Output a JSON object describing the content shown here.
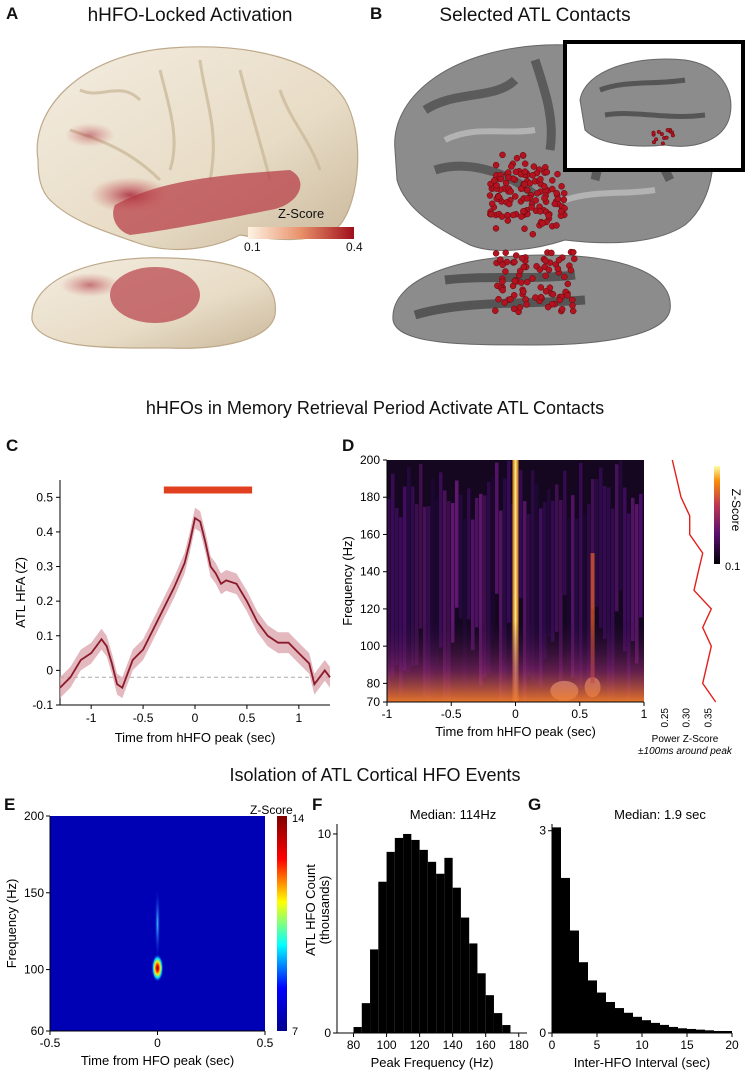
{
  "panels": {
    "A": {
      "letter": "A",
      "title": "hHFO-Locked Activation",
      "colorbar_title": "Z-Score",
      "colorbar_min": "0.1",
      "colorbar_max": "0.4"
    },
    "B": {
      "letter": "B",
      "title": "Selected ATL Contacts"
    },
    "C": {
      "letter": "C",
      "ylabel": "ATL HFA (Z)",
      "xlabel": "Time from hHFO peak (sec)"
    },
    "D": {
      "letter": "D",
      "ylabel": "Frequency (Hz)",
      "xlabel": "Time from hHFO peak (sec)",
      "colorbar_title": "Z-Score",
      "colorbar_min": "0.1",
      "side_xlabel": "Power Z-Score",
      "side_xlabel2": "±100ms around peak"
    },
    "E": {
      "letter": "E",
      "ylabel": "Frequency (Hz)",
      "xlabel": "Time from HFO peak (sec)",
      "colorbar_title": "Z-Score",
      "colorbar_max": "14",
      "colorbar_min": "7"
    },
    "F": {
      "letter": "F",
      "annotation": "Median: 114Hz",
      "ylabel": "ATL HFO Count",
      "ylabel2": "(thousands)",
      "xlabel": "Peak Frequency (Hz)"
    },
    "G": {
      "letter": "G",
      "annotation": "Median: 1.9 sec",
      "xlabel": "Inter-HFO Interval (sec)"
    }
  },
  "sections": {
    "s1": "hHFOs in Memory Retrieval Period Activate ATL Contacts",
    "s2": "Isolation of ATL Cortical HFO Events"
  },
  "colors": {
    "line": "#8b1a2b",
    "band": "#d9a0aa",
    "sig_bar": "#e0401f",
    "contact": "#b3121f",
    "bars": "#000000"
  },
  "chart_data": [
    {
      "panel": "C",
      "type": "line",
      "xlabel": "Time from hHFO peak (sec)",
      "ylabel": "ATL HFA (Z)",
      "xlim": [
        -1.3,
        1.3
      ],
      "ylim": [
        -0.1,
        0.55
      ],
      "xticks": [
        "-1",
        "-0.5",
        "0",
        "0.5",
        "1"
      ],
      "yticks": [
        "-0.1",
        "0",
        "0.1",
        "0.2",
        "0.3",
        "0.4",
        "0.5"
      ],
      "significance_bar": [
        -0.3,
        0.55
      ],
      "baseline": -0.02,
      "x": [
        -1.3,
        -1.2,
        -1.1,
        -1.0,
        -0.9,
        -0.85,
        -0.8,
        -0.75,
        -0.7,
        -0.65,
        -0.6,
        -0.5,
        -0.4,
        -0.3,
        -0.2,
        -0.1,
        -0.05,
        0.0,
        0.05,
        0.1,
        0.15,
        0.2,
        0.25,
        0.3,
        0.4,
        0.5,
        0.6,
        0.7,
        0.8,
        0.9,
        1.0,
        1.1,
        1.15,
        1.2,
        1.25,
        1.3
      ],
      "values": [
        -0.05,
        -0.02,
        0.03,
        0.05,
        0.09,
        0.07,
        0.02,
        -0.04,
        -0.05,
        -0.01,
        0.03,
        0.06,
        0.12,
        0.18,
        0.24,
        0.31,
        0.37,
        0.44,
        0.43,
        0.37,
        0.3,
        0.28,
        0.25,
        0.26,
        0.25,
        0.2,
        0.14,
        0.1,
        0.08,
        0.08,
        0.05,
        0.02,
        -0.04,
        -0.02,
        0.0,
        -0.02
      ]
    },
    {
      "panel": "D",
      "type": "heatmap",
      "xlabel": "Time from hHFO peak (sec)",
      "ylabel": "Frequency (Hz)",
      "xlim": [
        -1,
        1
      ],
      "ylim": [
        70,
        200
      ],
      "xticks": [
        "-1",
        "-0.5",
        "0",
        "0.5",
        "1"
      ],
      "yticks": [
        "70",
        "80",
        "100",
        "120",
        "140",
        "160",
        "180",
        "200"
      ],
      "side_profile": {
        "xticks": [
          "0.25",
          "0.30",
          "0.35"
        ],
        "xlim": [
          0.22,
          0.37
        ],
        "freq": [
          70,
          80,
          90,
          100,
          110,
          120,
          130,
          140,
          150,
          160,
          170,
          180,
          190,
          200
        ],
        "values": [
          0.36,
          0.33,
          0.34,
          0.35,
          0.33,
          0.35,
          0.31,
          0.32,
          0.33,
          0.3,
          0.3,
          0.28,
          0.27,
          0.26
        ]
      }
    },
    {
      "panel": "E",
      "type": "heatmap",
      "xlabel": "Time from HFO peak (sec)",
      "ylabel": "Frequency (Hz)",
      "xlim": [
        -0.5,
        0.5
      ],
      "ylim": [
        60,
        200
      ],
      "xticks": [
        "-0.5",
        "0",
        "0.5"
      ],
      "yticks": [
        "60",
        "100",
        "150",
        "200"
      ],
      "colorbar_range": [
        7,
        14
      ]
    },
    {
      "panel": "F",
      "type": "bar",
      "xlabel": "Peak Frequency (Hz)",
      "ylabel": "ATL HFO Count (thousands)",
      "xlim": [
        70,
        185
      ],
      "ylim": [
        0,
        10.5
      ],
      "xticks": [
        "80",
        "100",
        "120",
        "140",
        "160",
        "180"
      ],
      "yticks": [
        "0",
        "10"
      ],
      "bin_edges": [
        80,
        85,
        90,
        95,
        100,
        105,
        110,
        115,
        120,
        125,
        130,
        135,
        140,
        145,
        150,
        155,
        160,
        165,
        170,
        175
      ],
      "values": [
        0.3,
        1.5,
        4.2,
        7.6,
        9.1,
        9.8,
        10.0,
        9.7,
        9.2,
        8.6,
        8.0,
        8.8,
        7.3,
        5.8,
        4.5,
        3.0,
        1.9,
        1.0,
        0.4
      ]
    },
    {
      "panel": "G",
      "type": "bar",
      "xlabel": "Inter-HFO Interval (sec)",
      "xlim": [
        0,
        20
      ],
      "ylim": [
        0,
        3.1
      ],
      "xticks": [
        "0",
        "5",
        "10",
        "15",
        "20"
      ],
      "yticks": [
        "0",
        "3"
      ],
      "bin_edges": [
        0,
        1,
        2,
        3,
        4,
        5,
        6,
        7,
        8,
        9,
        10,
        11,
        12,
        13,
        14,
        15,
        16,
        17,
        18,
        19,
        20
      ],
      "values": [
        3.05,
        2.3,
        1.52,
        1.05,
        0.78,
        0.6,
        0.46,
        0.37,
        0.3,
        0.24,
        0.19,
        0.15,
        0.12,
        0.09,
        0.07,
        0.06,
        0.05,
        0.04,
        0.03,
        0.03
      ]
    }
  ]
}
